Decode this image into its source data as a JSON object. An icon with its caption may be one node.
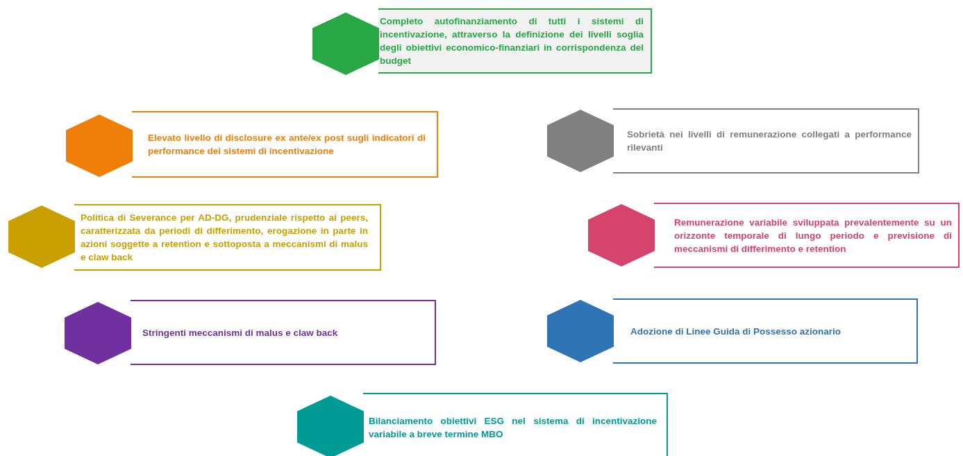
{
  "diagram": {
    "nodes": [
      {
        "text": [
          "Completo autofinanziamento di tutti i sistemi di incentivazione, attraverso la definizione dei livelli soglia degli obiettivi economico-finanziari in corrispondenza del budget"
        ]
      },
      {
        "text": [
          "Elevato livello di disclosure ex ante/ex post sugli indicatori di performance dei sistemi di incentivazione"
        ]
      },
      {
        "text": [
          "Sobrietà nei livelli di remunerazione collegati a performance rilevanti"
        ]
      },
      {
        "text": [
          "Politica di Severance per AD-DG, prudenziale rispetto ai peers, caratterizzata da periodi di differimento, erogazione in parte in azioni soggette a retention e sottoposta a meccanismi di malus e claw back"
        ]
      },
      {
        "text": [
          "Remunerazione variabile sviluppata prevalentemente su un orizzonte temporale di lungo periodo e previsione di meccanismi di differimento e retention"
        ]
      },
      {
        "text": [
          "Stringenti meccanismi di malus e claw back"
        ]
      },
      {
        "text": [
          "Adozione di Linee Guida di Possesso azionario"
        ]
      },
      {
        "text": [
          "Bilanciamento obiettivi ESG nel sistema di incentivazione variabile a breve termine MBO"
        ]
      }
    ]
  }
}
